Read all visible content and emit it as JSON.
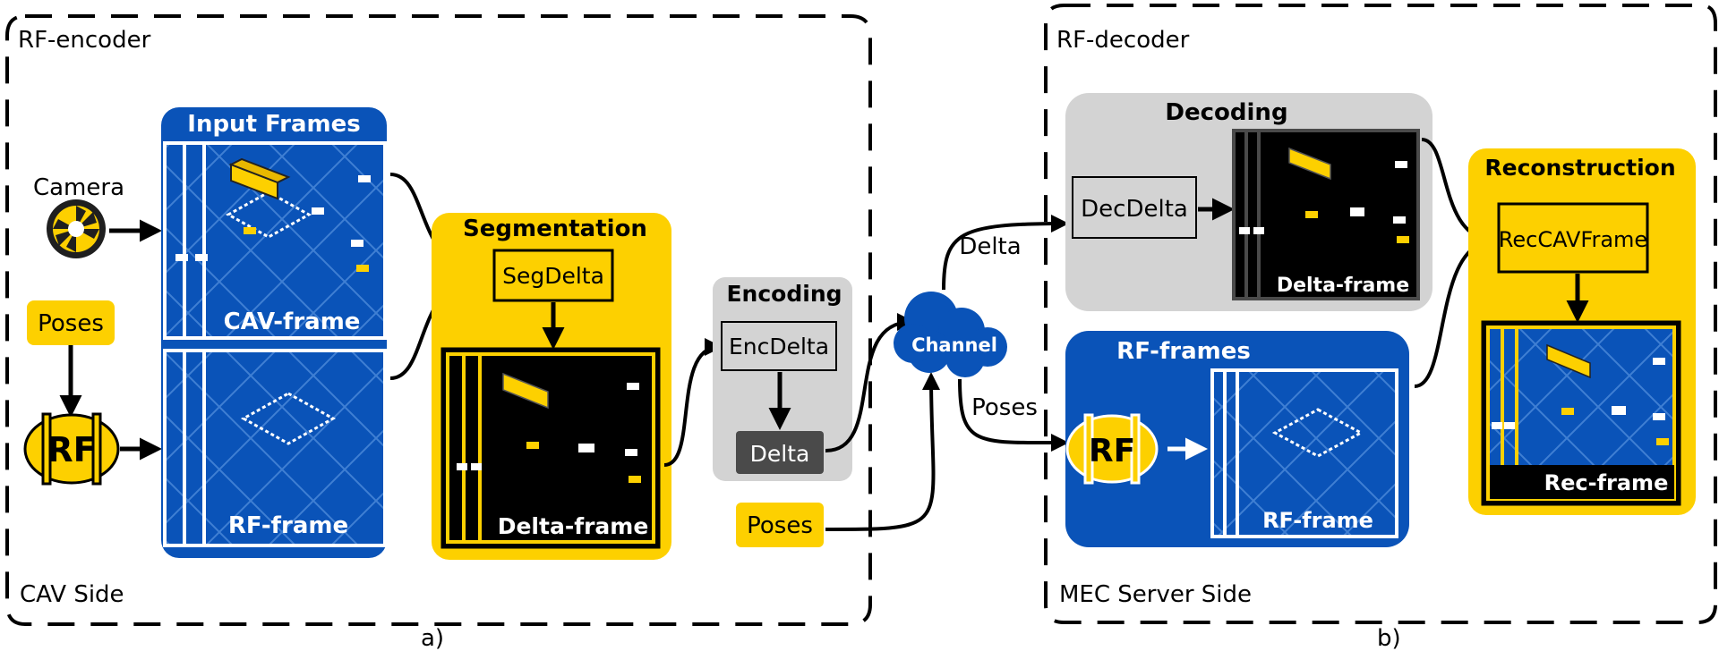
{
  "panels": {
    "encoder": {
      "title": "RF-encoder",
      "side": "CAV Side",
      "caption": "a)"
    },
    "decoder": {
      "title": "RF-decoder",
      "side": "MEC Server Side",
      "caption": "b)"
    }
  },
  "inputs": {
    "camera": "Camera",
    "poses": "Poses",
    "rf_badge": "RF"
  },
  "input_frames": {
    "title": "Input Frames",
    "cav_frame": "CAV-frame",
    "rf_frame": "RF-frame"
  },
  "segmentation": {
    "title": "Segmentation",
    "module": "SegDelta",
    "frame": "Delta-frame"
  },
  "encoding": {
    "title": "Encoding",
    "module": "EncDelta",
    "output": "Delta"
  },
  "poses_out": "Poses",
  "channel": {
    "label": "Channel",
    "delta": "Delta",
    "poses": "Poses"
  },
  "decoding": {
    "title": "Decoding",
    "module": "DecDelta",
    "frame": "Delta-frame"
  },
  "rf_frames": {
    "title": "RF-frames",
    "badge": "RF",
    "frame": "RF-frame"
  },
  "reconstruction": {
    "title": "Reconstruction",
    "module": "RecCAVFrame",
    "frame": "Rec-frame"
  },
  "colors": {
    "blue": "#0a53b8",
    "yellow": "#fdd000",
    "gray": "#d3d3d3",
    "dark_gray": "#4a4a4a",
    "black": "#000000"
  }
}
